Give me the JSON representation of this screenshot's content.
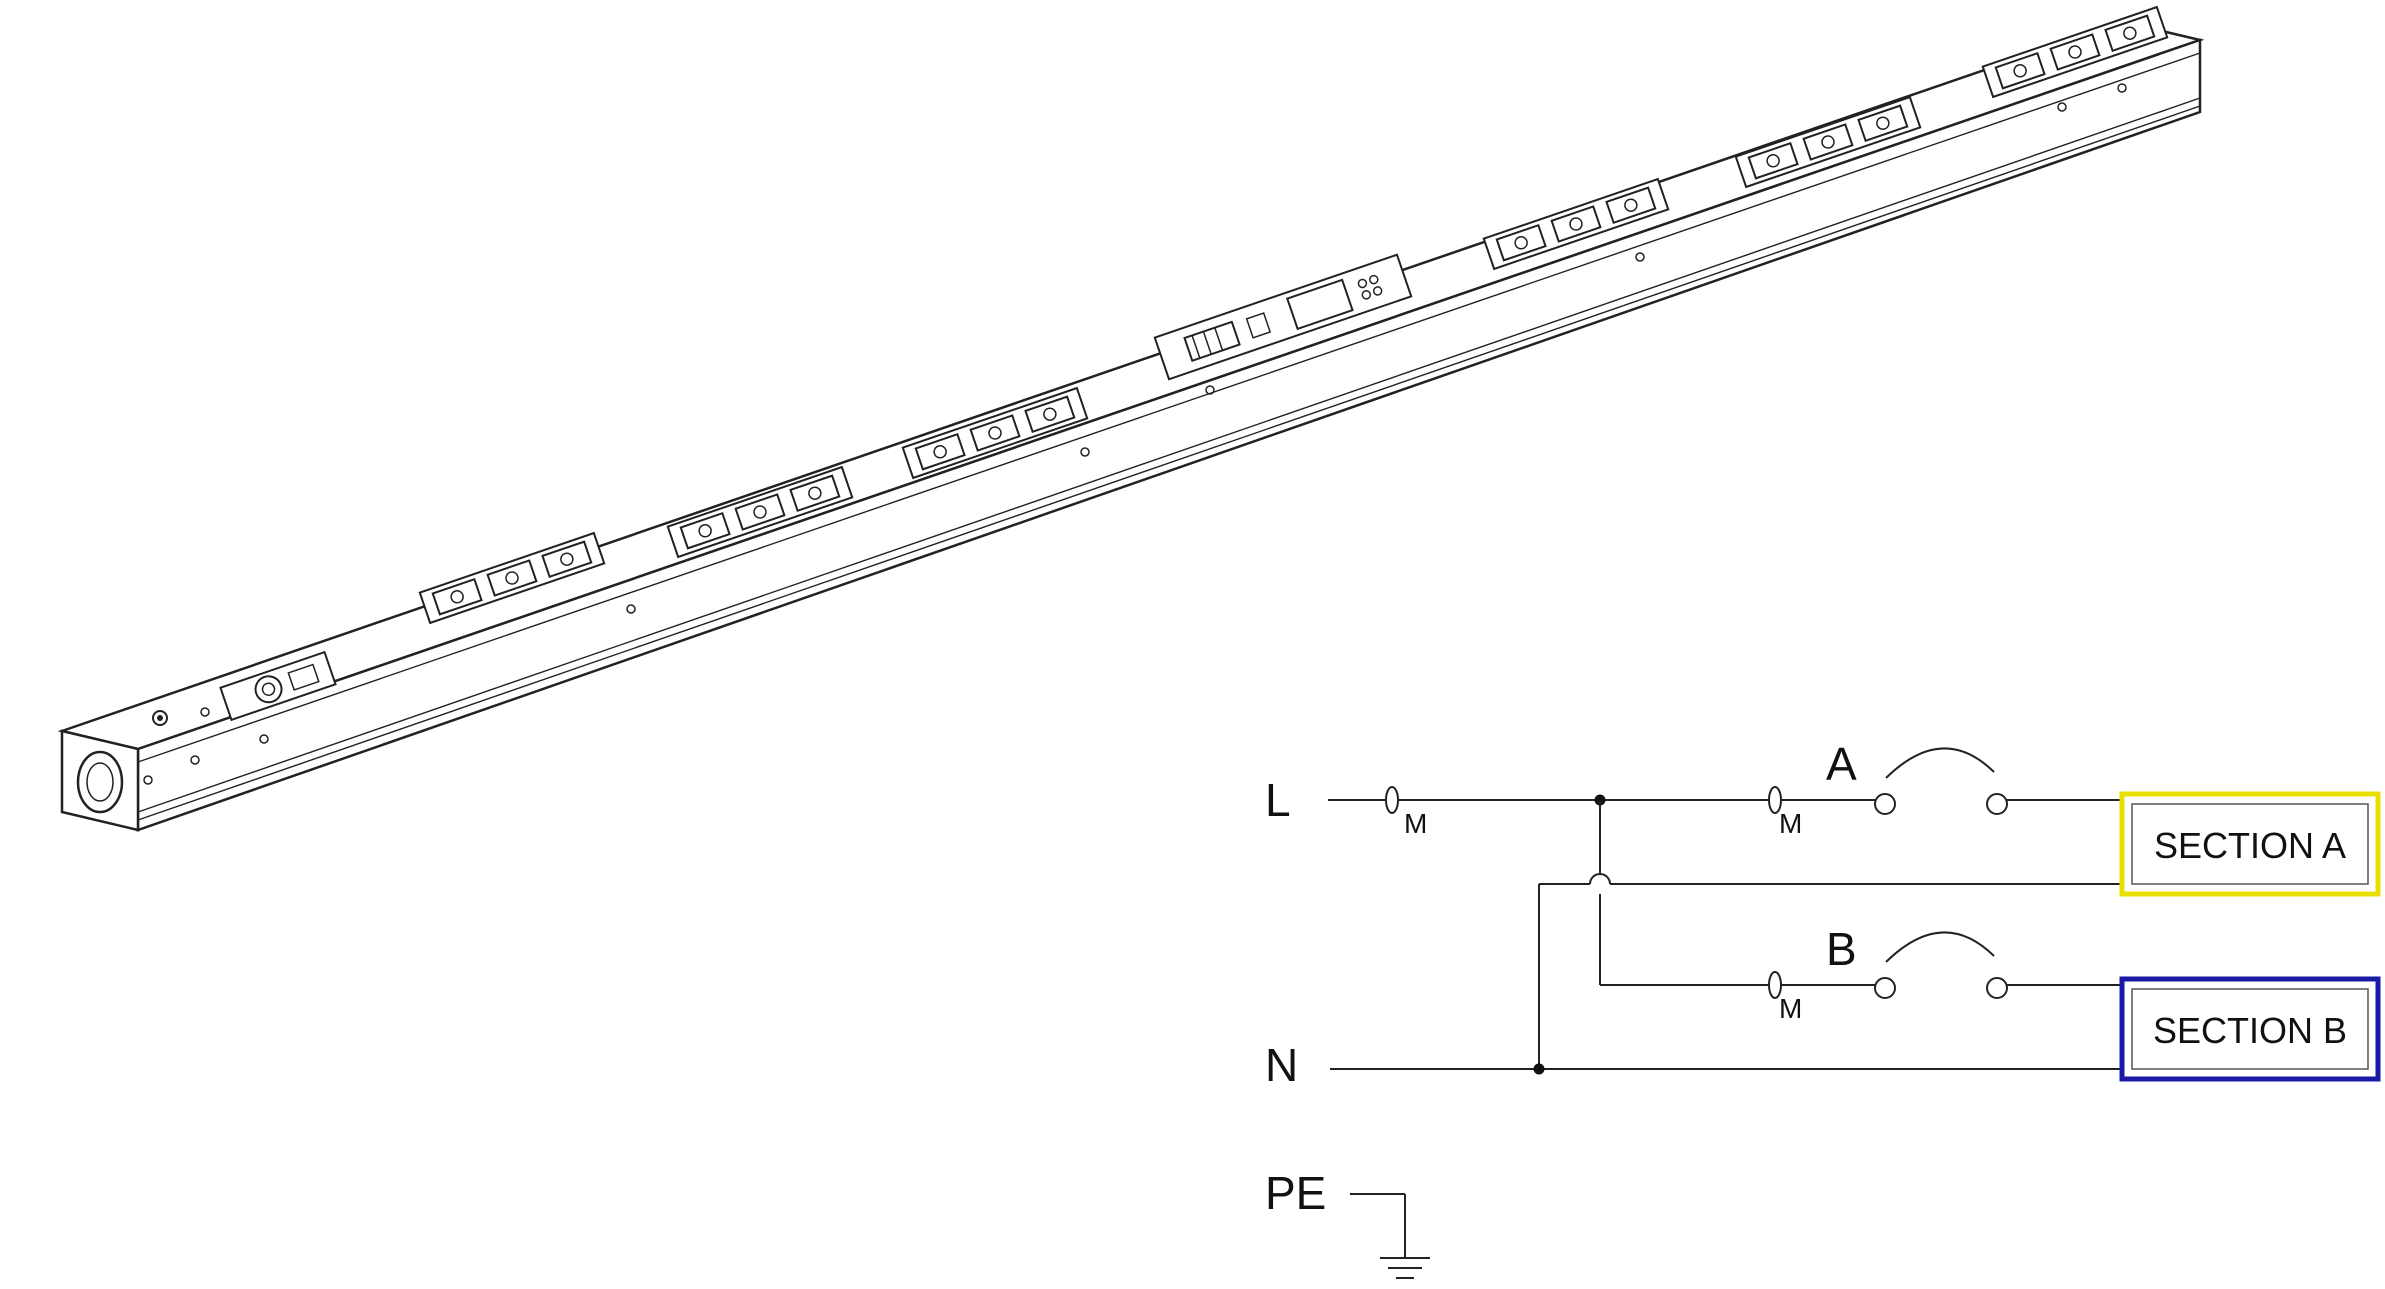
{
  "schematic": {
    "line_label": "L",
    "neutral_label": "N",
    "earth_label": "PE",
    "fuse_subscript": "M",
    "switch_a_label": "A",
    "switch_b_label": "B",
    "section_a": {
      "label": "SECTION A",
      "border_color": "#e8e000"
    },
    "section_b": {
      "label": "SECTION B",
      "border_color": "#1a1aa6"
    }
  }
}
